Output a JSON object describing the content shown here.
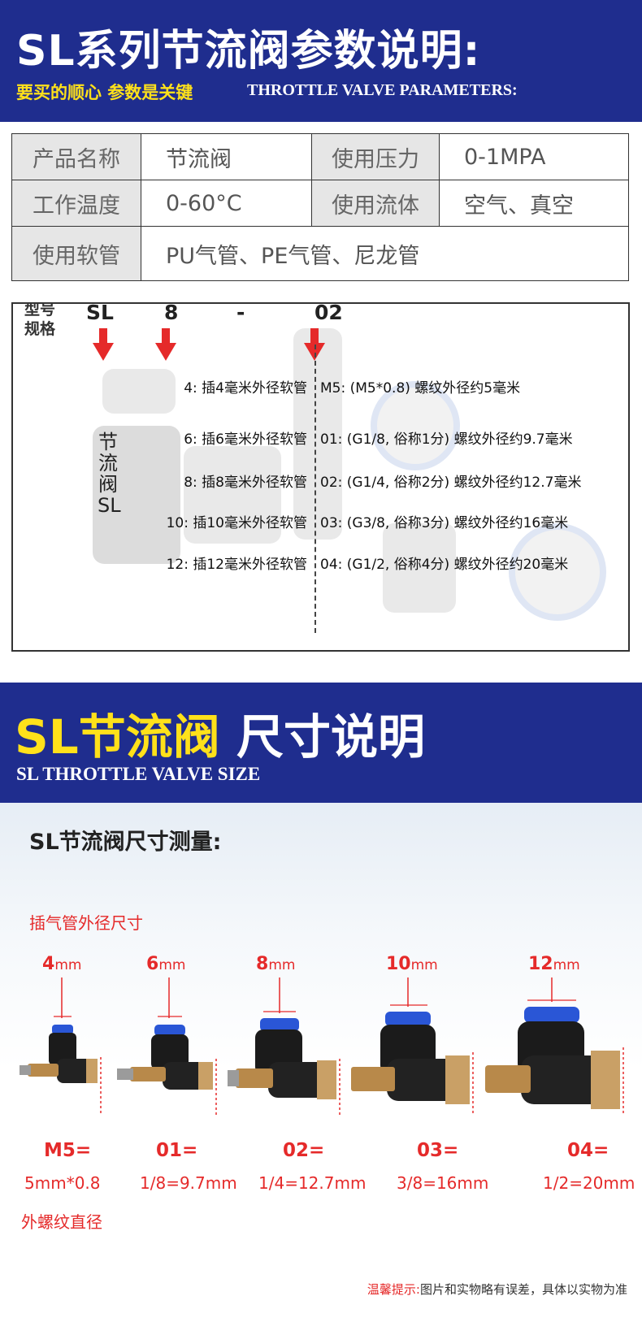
{
  "header1": {
    "title": "SL系列节流阀参数说明:",
    "slogan_yellow": "要买的顺心  参数是关键",
    "slogan_english": "THROTTLE VALVE PARAMETERS:"
  },
  "params": {
    "name_label": "产品名称",
    "name_value": "节流阀",
    "pressure_label": "使用压力",
    "pressure_value": "0-1MPA",
    "temp_label": "工作温度",
    "temp_value": "0-60°C",
    "fluid_label": "使用流体",
    "fluid_value": "空气、真空",
    "hose_label": "使用软管",
    "hose_value": "PU气管、PE气管、尼龙管"
  },
  "model_spec": {
    "label_line1": "型号",
    "label_line2": "规格",
    "code_series": "SL",
    "code_size": "8",
    "code_dash": "-",
    "code_thread": "02",
    "vertical_name": "节流阀SL",
    "tube_options": [
      "4: 插4毫米外径软管",
      "6: 插6毫米外径软管",
      "8: 插8毫米外径软管",
      "10: 插10毫米外径软管",
      "12: 插12毫米外径软管"
    ],
    "thread_options": [
      "M5: (M5*0.8) 螺纹外径约5毫米",
      "01: (G1/8, 俗称1分) 螺纹外径约9.7毫米",
      "02: (G1/4, 俗称2分) 螺纹外径约12.7毫米",
      "03: (G3/8, 俗称3分) 螺纹外径约16毫米",
      "04: (G1/2, 俗称4分) 螺纹外径约20毫米"
    ],
    "arrow_color": "#e52a2a"
  },
  "header2": {
    "title_yellow": "SL节流阀",
    "title_white": "尺寸说明",
    "english": "SL THROTTLE VALVE SIZE"
  },
  "sizes": {
    "title": "SL节流阀尺寸测量:",
    "tube_caption": "插气管外径尺寸",
    "thread_caption": "外螺纹直径",
    "items": [
      {
        "tube_num": "4",
        "tube_unit": "mm",
        "code": "M5=",
        "thread": "5mm*0.8"
      },
      {
        "tube_num": "6",
        "tube_unit": "mm",
        "code": "01=",
        "thread": "1/8=9.7mm"
      },
      {
        "tube_num": "8",
        "tube_unit": "mm",
        "code": "02=",
        "thread": "1/4=12.7mm"
      },
      {
        "tube_num": "10",
        "tube_unit": "mm",
        "code": "03=",
        "thread": "3/8=16mm"
      },
      {
        "tube_num": "12",
        "tube_unit": "mm",
        "code": "04=",
        "thread": "1/2=20mm"
      }
    ],
    "note_prefix": "温馨提示:",
    "note_text": "图片和实物略有误差，具体以实物为准"
  },
  "colors": {
    "banner_blue": "#1f2d8e",
    "accent_yellow": "#ffe11a",
    "accent_red": "#e52a2a",
    "fitting_ring_blue": "#2a56d6"
  }
}
